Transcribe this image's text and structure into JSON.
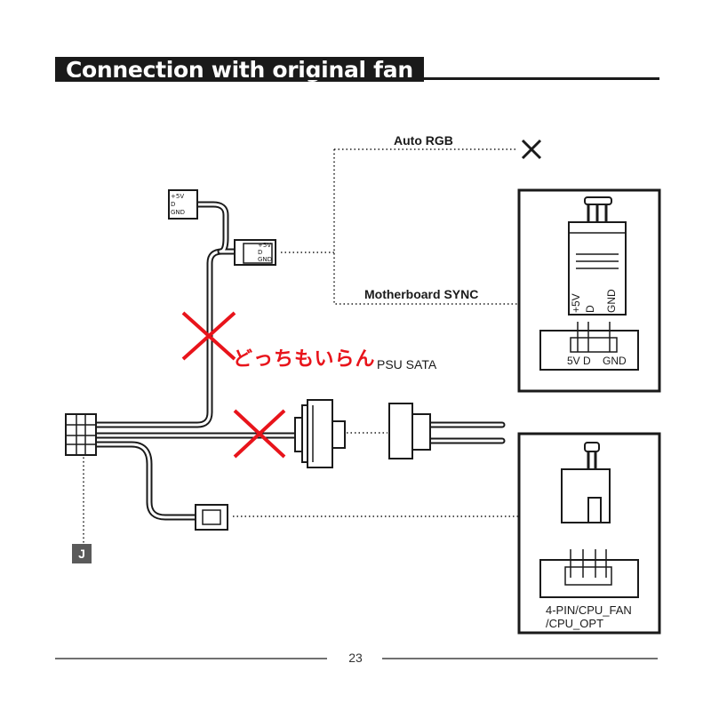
{
  "title": "Connection with original fan",
  "labels": {
    "auto_rgb": "Auto RGB",
    "motherboard_sync": "Motherboard SYNC",
    "psu_sata": "PSU SATA",
    "note": "どっちもいらん",
    "fan_header_line1": "4-PIN/CPU_FAN",
    "fan_header_line2": "/CPU_OPT",
    "connector_badge": "J",
    "page_number": "23"
  },
  "argb_pins": [
    "+5V",
    "D",
    "GND"
  ],
  "colors": {
    "ink": "#1a1a1a",
    "annotation_red": "#e8141b",
    "badge_gray": "#5a5a5a"
  }
}
